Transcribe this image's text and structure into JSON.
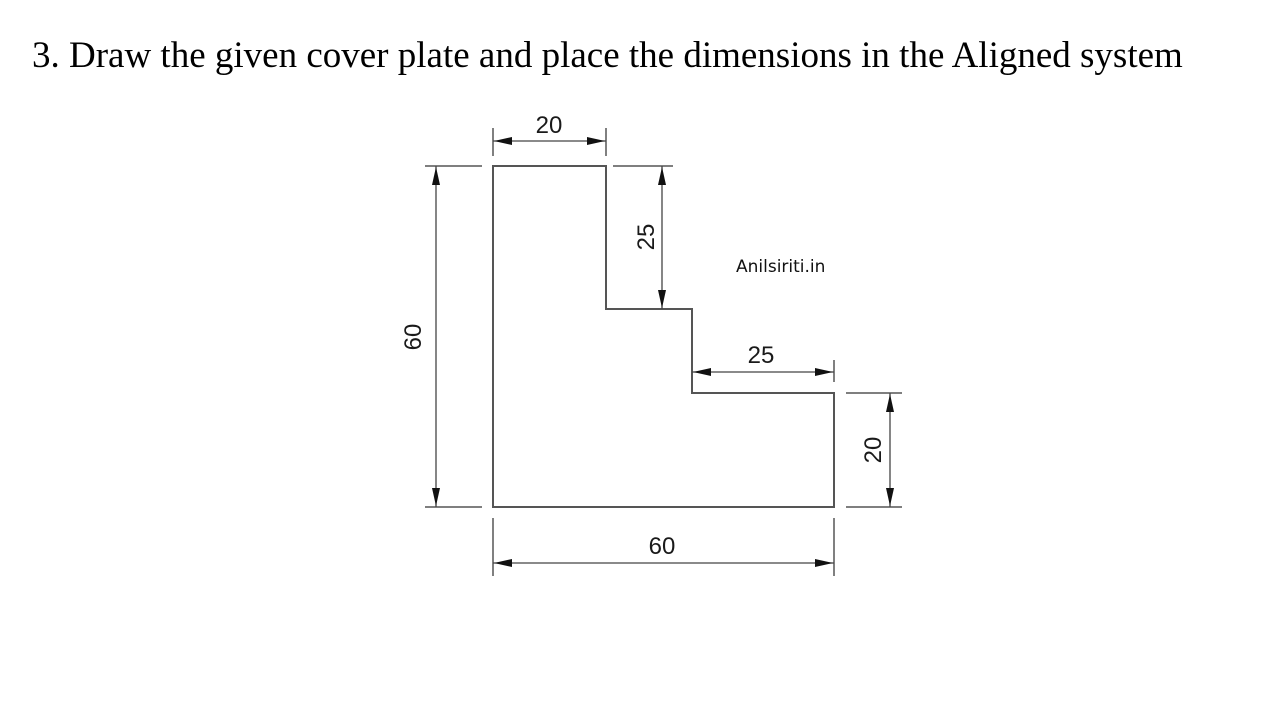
{
  "title": "3. Draw the given cover plate and place the dimensions in the Aligned system",
  "watermark": "Anilsiriti.in",
  "drawing": {
    "name": "cover plate",
    "dimension_system": "Aligned",
    "colors": {
      "outline": "#555555",
      "dimension_line": "#444444",
      "arrowhead": "#111111",
      "text": "#1a1a1a",
      "background": "#ffffff"
    },
    "dimensions": {
      "top_width": "20",
      "step_height": "25",
      "overall_height": "60",
      "step_width": "25",
      "right_height": "20",
      "overall_width": "60"
    }
  }
}
